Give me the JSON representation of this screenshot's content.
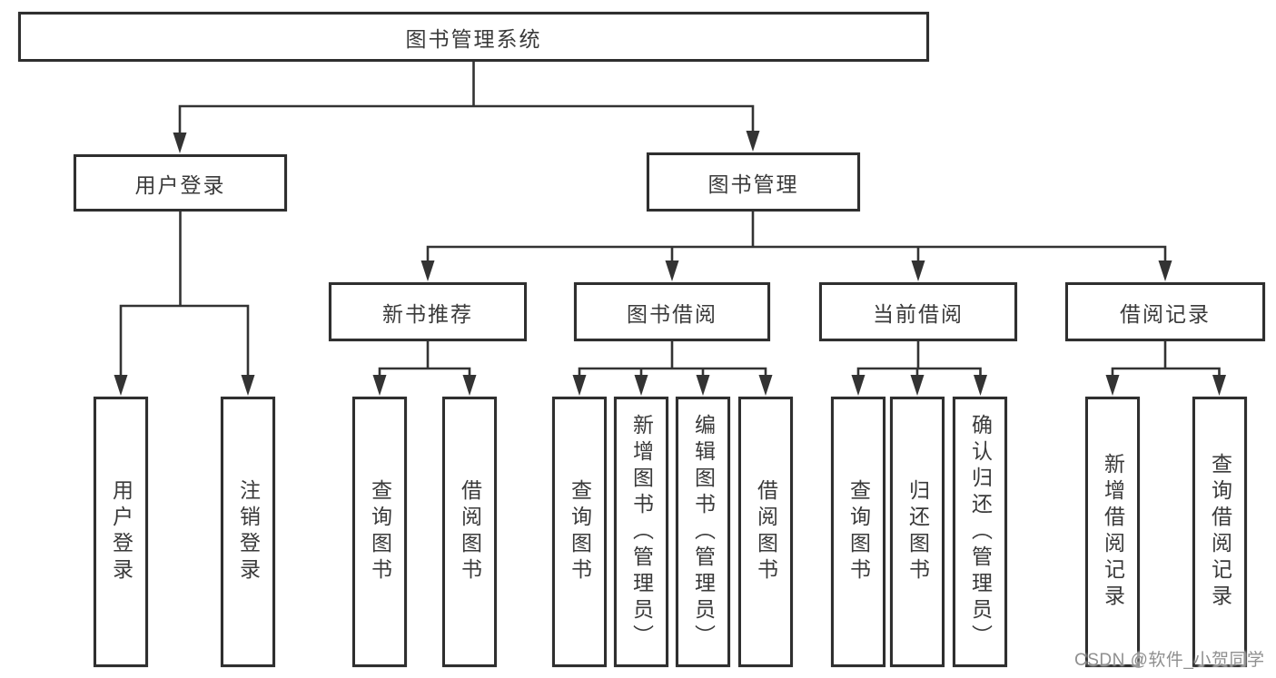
{
  "diagram": {
    "watermark": "CSDN @软件_小贺同学",
    "root": {
      "label": "图书管理系统"
    },
    "branches": [
      {
        "label": "用户登录",
        "children": [
          {
            "label": "用户登录"
          },
          {
            "label": "注销登录"
          }
        ]
      },
      {
        "label": "图书管理",
        "groups": [
          {
            "label": "新书推荐",
            "children": [
              {
                "label": "查询图书"
              },
              {
                "label": "借阅图书"
              }
            ]
          },
          {
            "label": "图书借阅",
            "children": [
              {
                "label": "查询图书"
              },
              {
                "label": "新增图书（管理员）"
              },
              {
                "label": "编辑图书（管理员）"
              },
              {
                "label": "借阅图书"
              }
            ]
          },
          {
            "label": "当前借阅",
            "children": [
              {
                "label": "查询图书"
              },
              {
                "label": "归还图书"
              },
              {
                "label": "确认归还（管理员）"
              }
            ]
          },
          {
            "label": "借阅记录",
            "children": [
              {
                "label": "新增借阅记录"
              },
              {
                "label": "查询借阅记录"
              }
            ]
          }
        ]
      }
    ]
  }
}
